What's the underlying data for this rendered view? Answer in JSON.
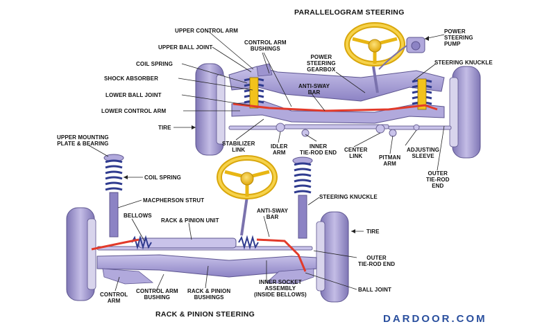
{
  "top": {
    "title": "PARALLELOGRAM STEERING",
    "labels": {
      "upper_control_arm": "UPPER CONTROL ARM",
      "upper_ball_joint": "UPPER BALL JOINT",
      "control_arm_bushings": "CONTROL ARM\nBUSHINGS",
      "power_steering_pump": "POWER\nSTEERING\nPUMP",
      "coil_spring": "COIL SPRING",
      "power_steering_gearbox": "POWER\nSTEERING\nGEARBOX",
      "steering_knuckle": "STEERING KNUCKLE",
      "shock_absorber": "SHOCK ABSORBER",
      "anti_sway_bar": "ANTI-SWAY\nBAR",
      "lower_ball_joint": "LOWER BALL JOINT",
      "lower_control_arm": "LOWER CONTROL ARM",
      "tire": "TIRE",
      "stabilizer_link": "STABILIZER\nLINK",
      "idler_arm": "IDLER\nARM",
      "inner_tie_rod_end": "INNER\nTIE-ROD END",
      "center_link": "CENTER\nLINK",
      "pitman_arm": "PITMAN\nARM",
      "adjusting_sleeve": "ADJUSTING\nSLEEVE",
      "outer_tie_rod_end": "OUTER\nTIE-ROD\nEND"
    }
  },
  "bottom": {
    "title": "RACK & PINION STEERING",
    "labels": {
      "upper_mounting_plate": "UPPER MOUNTING\nPLATE & BEARING",
      "coil_spring": "COIL SPRING",
      "macpherson_strut": "MACPHERSON STRUT",
      "bellows": "BELLOWS",
      "rack_pinion_unit": "RACK & PINION UNIT",
      "anti_sway_bar": "ANTI-SWAY\nBAR",
      "steering_knuckle": "STEERING KNUCKLE",
      "tire": "TIRE",
      "outer_tie_rod_end": "OUTER\nTIE-ROD END",
      "ball_joint": "BALL JOINT",
      "inner_socket_assembly": "INNER SOCKET\nASSEMBLY\n(INSIDE BELLOWS)",
      "rack_pinion_bushings": "RACK & PINION\nBUSHINGS",
      "control_arm_bushing": "CONTROL ARM\nBUSHING",
      "control_arm": "CONTROL\nARM"
    }
  },
  "watermark": "DARDOOR.COM",
  "colors": {
    "frame": "#9d94cf",
    "tire": "#a49bd0",
    "wheel_rim": "#d8d4ec",
    "steering_wheel": "#f2c21b",
    "spring": "#2f3b8f",
    "accent_red": "#e23a2a",
    "watermark": "#2a4f9e"
  }
}
